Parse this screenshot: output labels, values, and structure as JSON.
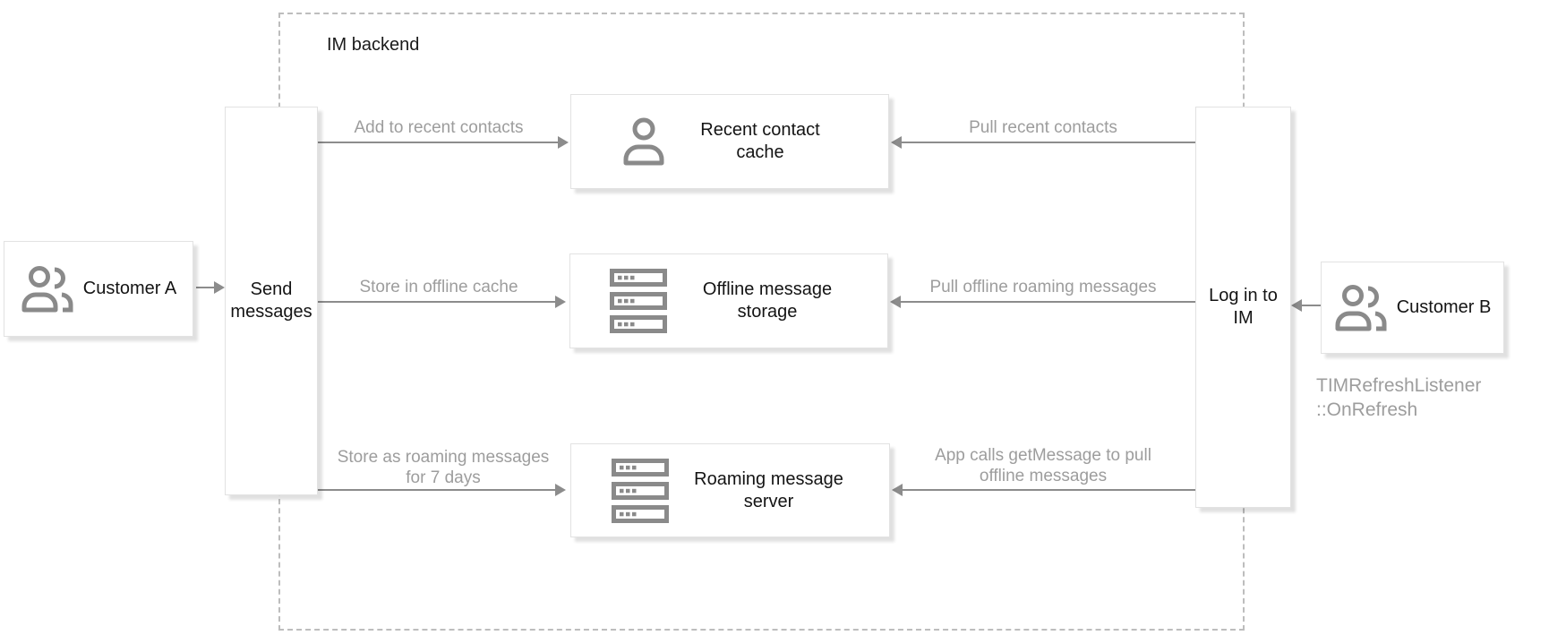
{
  "diagram": {
    "backend_group": {
      "label": "IM backend"
    },
    "nodes": {
      "customer_a": {
        "label": "Customer A",
        "icon": "people-icon"
      },
      "send_messages": {
        "label": "Send messages"
      },
      "recent_contact_cache": {
        "label": "Recent contact cache",
        "icon": "person-icon"
      },
      "offline_message_storage": {
        "label": "Offline message storage",
        "icon": "server-icon"
      },
      "roaming_message_server": {
        "label": "Roaming message server",
        "icon": "server-icon"
      },
      "log_in_to_im": {
        "label": "Log in to IM"
      },
      "customer_b": {
        "label": "Customer B",
        "icon": "people-icon"
      }
    },
    "edge_labels": {
      "add_recent": "Add to recent contacts",
      "store_offline": "Store in offline cache",
      "store_roaming": "Store as roaming messages for 7 days",
      "pull_recent": "Pull recent contacts",
      "pull_offline_roaming": "Pull offline roaming messages",
      "app_get_message": "App calls getMessage to pull offline messages"
    },
    "edges": [
      {
        "from": "customer_a",
        "to": "send_messages",
        "label": ""
      },
      {
        "from": "send_messages",
        "to": "recent_contact_cache",
        "label": "Add to recent contacts"
      },
      {
        "from": "send_messages",
        "to": "offline_message_storage",
        "label": "Store in offline cache"
      },
      {
        "from": "send_messages",
        "to": "roaming_message_server",
        "label": "Store as roaming messages for 7 days"
      },
      {
        "from": "log_in_to_im",
        "to": "recent_contact_cache",
        "label": "Pull recent contacts"
      },
      {
        "from": "log_in_to_im",
        "to": "offline_message_storage",
        "label": "Pull offline roaming messages"
      },
      {
        "from": "log_in_to_im",
        "to": "roaming_message_server",
        "label": "App calls getMessage to pull offline messages"
      },
      {
        "from": "customer_b",
        "to": "log_in_to_im",
        "label": ""
      }
    ],
    "annotation": "TIMRefreshListener\n::OnRefresh",
    "colors": {
      "arrow": "#8c8c8c",
      "edge_label_text": "#9d9d9d",
      "node_text": "#141414",
      "icon": "#8a8a8a",
      "node_border": "#e2e2e2",
      "group_border": "#bdbdbd",
      "background": "#ffffff"
    }
  }
}
